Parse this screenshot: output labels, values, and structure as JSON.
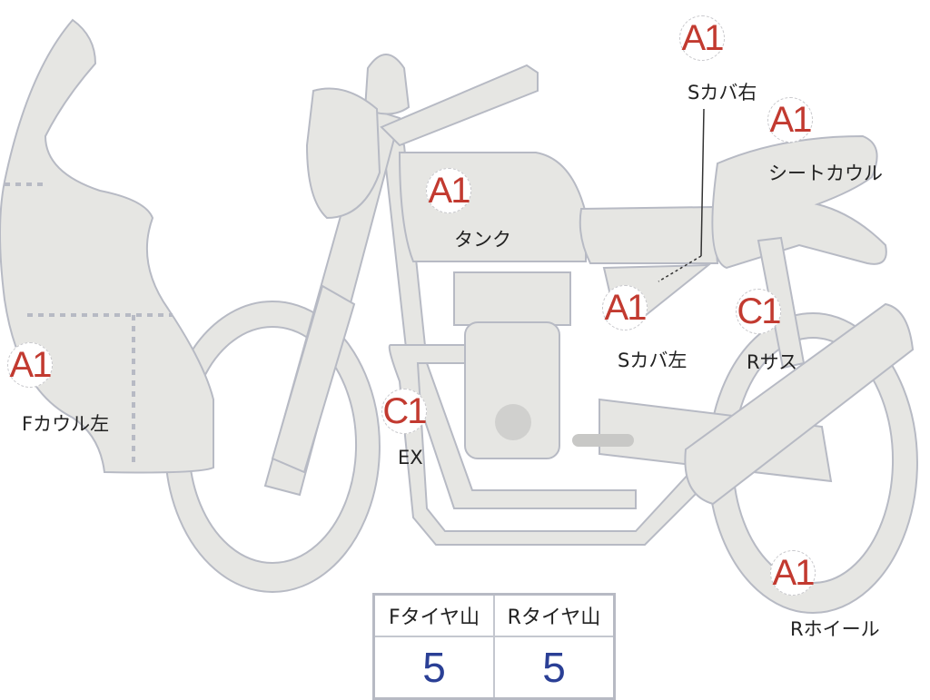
{
  "parts": [
    {
      "id": "s-cover-right",
      "grade": "A1",
      "label": "Sカバ右"
    },
    {
      "id": "seat-cowl",
      "grade": "A1",
      "label": "シートカウル"
    },
    {
      "id": "tank",
      "grade": "A1",
      "label": "タンク"
    },
    {
      "id": "s-cover-left",
      "grade": "A1",
      "label": "Sカバ左"
    },
    {
      "id": "rear-suspension",
      "grade": "C1",
      "label": "Rサス"
    },
    {
      "id": "front-cowl-left",
      "grade": "A1",
      "label": "Fカウル左"
    },
    {
      "id": "exhaust",
      "grade": "C1",
      "label": "EX"
    },
    {
      "id": "rear-wheel",
      "grade": "A1",
      "label": "Rホイール"
    }
  ],
  "tires": {
    "front": {
      "label": "Fタイヤ山",
      "value": "5"
    },
    "rear": {
      "label": "Rタイヤ山",
      "value": "5"
    }
  },
  "colors": {
    "grade": "#c23a30",
    "value": "#2a3f95",
    "part_fill": "#e6e6e3",
    "outline": "#b7bac4"
  }
}
